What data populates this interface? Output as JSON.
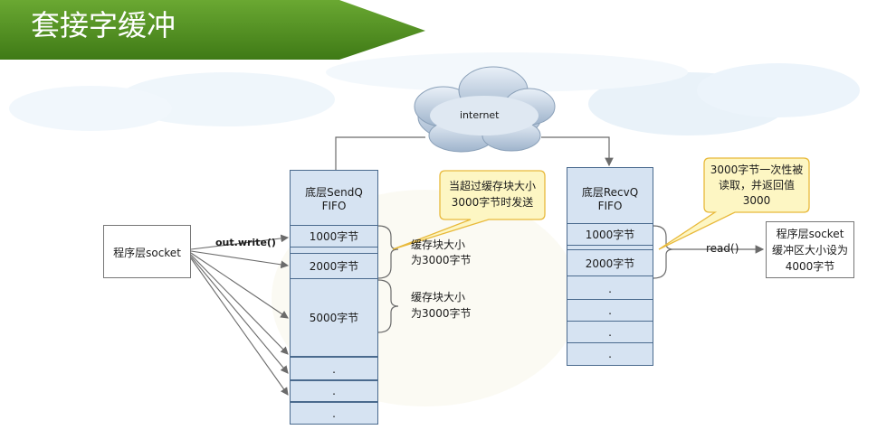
{
  "title": "套接字缓冲",
  "cloud_label": "internet",
  "app_socket_left": "程序层socket",
  "write_call": "out.write()",
  "send_queue": {
    "title_line1": "底层SendQ",
    "title_line2": "FIFO",
    "cells": [
      "1000字节",
      "2000字节",
      "5000字节",
      ".",
      ".",
      "."
    ]
  },
  "recv_queue": {
    "title_line1": "底层RecvQ",
    "title_line2": "FIFO",
    "cells": [
      "1000字节",
      "2000字节",
      ".",
      ".",
      ".",
      "."
    ]
  },
  "buffer_note_1": {
    "line1": "缓存块大小",
    "line2": "为3000字节"
  },
  "buffer_note_2": {
    "line1": "缓存块大小",
    "line2": "为3000字节"
  },
  "callout_send": {
    "line1": "当超过缓存块大小",
    "line2": "3000字节时发送"
  },
  "callout_recv": {
    "line1": "3000字节一次性被",
    "line2": "读取，并返回值",
    "line3": "3000"
  },
  "read_call": "read()",
  "app_socket_right": {
    "line1": "程序层socket",
    "line2": "缓冲区大小设为",
    "line3": "4000字节"
  },
  "colors": {
    "banner": "#4f8c1e",
    "queue_fill": "#d6e3f2",
    "queue_border": "#4a6a8e",
    "callout_fill": "#fdf6c3",
    "callout_border": "#e8b93a",
    "arrow": "#6b6b6b"
  }
}
